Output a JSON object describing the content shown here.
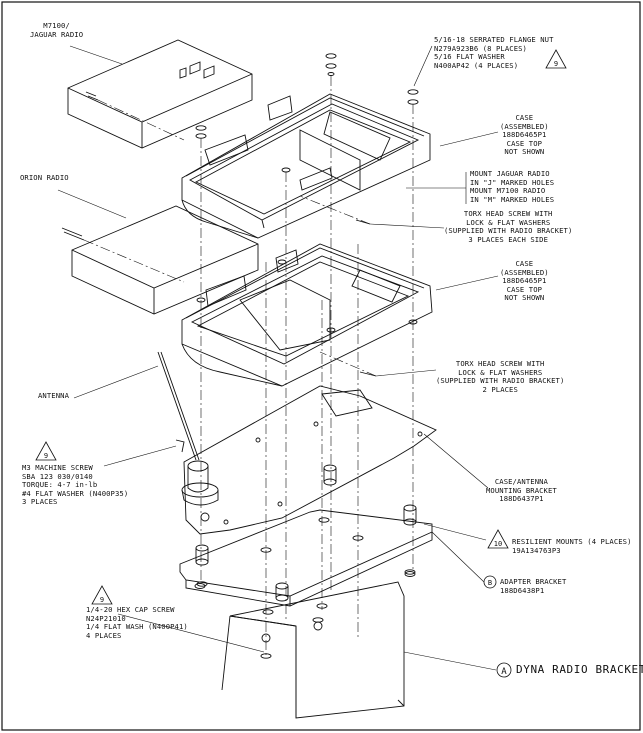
{
  "labels": {
    "m7100": [
      "M7100/",
      "JAGUAR RADIO"
    ],
    "flange_nut": [
      "5/16-18 SERRATED FLANGE NUT",
      "N279A923B6 (8 PLACES)",
      "5/16 FLAT WASHER",
      "N400AP42 (4 PLACES)"
    ],
    "case_upper": [
      "CASE",
      "(ASSEMBLED)",
      "188D6465P1",
      "CASE TOP",
      "NOT SHOWN"
    ],
    "orion": [
      "ORION RADIO"
    ],
    "mount_holes": [
      "MOUNT JAGUAR RADIO",
      "IN \"J\" MARKED HOLES",
      "MOUNT M7100 RADIO",
      "IN \"M\" MARKED HOLES"
    ],
    "torx_upper": [
      "TORX HEAD SCREW WITH",
      "LOCK & FLAT WASHERS",
      "(SUPPLIED WITH RADIO BRACKET)",
      "3 PLACES EACH SIDE"
    ],
    "case_lower": [
      "CASE",
      "(ASSEMBLED)",
      "188D6465P1",
      "CASE TOP",
      "NOT SHOWN"
    ],
    "torx_lower": [
      "TORX HEAD SCREW WITH",
      "LOCK & FLAT WASHERS",
      "(SUPPLIED WITH RADIO BRACKET)",
      "2 PLACES"
    ],
    "antenna": [
      "ANTENNA"
    ],
    "m3_screw": [
      "M3 MACHINE SCREW",
      "SBA 123 030/0140",
      "TORQUE: 4-7 in-lb",
      "#4 FLAT WASHER (N400P35)",
      "3 PLACES"
    ],
    "case_antenna": [
      "CASE/ANTENNA",
      "MOUNTING BRACKET",
      "188D6437P1"
    ],
    "resilient": [
      "RESILIENT MOUNTS (4 PLACES)",
      "19A134763P3"
    ],
    "adapter": [
      "ADAPTER BRACKET",
      "188D6438P1"
    ],
    "hex_cap": [
      "1/4-20 HEX CAP SCREW",
      "N24P21010",
      "1/4 FLAT WASH (N400P41)",
      "4 PLACES"
    ],
    "dyna": [
      "DYNA RADIO BRACKET"
    ]
  },
  "callouts": {
    "flange_nut": "9",
    "m3_screw": "9",
    "resilient": "10",
    "hex_cap": "9",
    "adapter": "B",
    "dyna": "A"
  }
}
